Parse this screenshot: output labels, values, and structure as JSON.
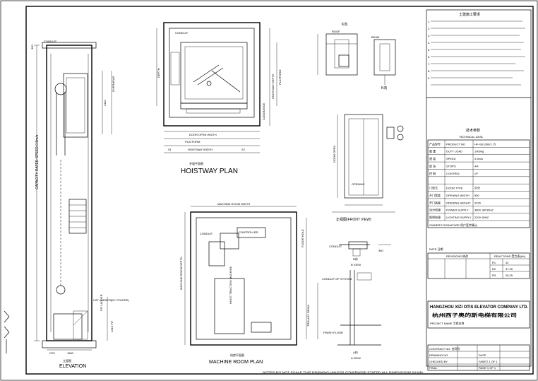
{
  "hoistway_plan": {
    "title": "HOISTWAY PLAN",
    "cn_title": "井道平面图"
  },
  "machine_room": {
    "title": "MACHINE ROOM PLAN",
    "cn_title": "机房平面图",
    "controller": "CONTROLLER",
    "traction": "HOIST TRACTION MACHINE"
  },
  "elevation": {
    "title": "ELEVATION",
    "cn_title": "立面图",
    "rated_speed_label": "CAPACITY RATED SPEED 0.8m/s"
  },
  "front_view": {
    "title": "正视图(FRONT VIEW)"
  },
  "views": {
    "k": "K向",
    "b": "B VIEW",
    "b_cn": "B向",
    "a": "A VIEW",
    "a_cn": "A向"
  },
  "tech_data": {
    "header": "技术参数",
    "header_en": "TECHNICAL DATA",
    "rows": [
      {
        "cn": "产品型号",
        "en": "PRODUCT NO",
        "val": "HF-GE1000/1.75"
      },
      {
        "cn": "载  重",
        "en": "DUTY LOAD",
        "val": "1000kg"
      },
      {
        "cn": "速  度",
        "en": "SPEED",
        "val": "0.5m/s"
      },
      {
        "cn": "层  站",
        "en": "STOPS",
        "val": "4/4"
      },
      {
        "cn": "控  制",
        "en": "CONTROL",
        "val": "VF"
      },
      {
        "cn": "",
        "en": "",
        "val": ""
      },
      {
        "cn": "门型式",
        "en": "DOOR TYPE",
        "val": "中分"
      },
      {
        "cn": "开门宽度",
        "en": "OPENING WIDTH",
        "val": "900"
      },
      {
        "cn": "开门高度",
        "en": "OPENING HEIGHT",
        "val": "2100"
      },
      {
        "cn": "动力电源",
        "en": "POWER SUPPLY",
        "val": "380V 3Ø 50HZ"
      },
      {
        "cn": "照明电源",
        "en": "LIGHTING SUPPLY",
        "val": "220V 50HZ"
      }
    ],
    "signature": "OWNER'S SIGNATURE 用户签字确认"
  },
  "notes": {
    "title": "土建施工要求",
    "items": [
      "1.",
      "2.",
      "3.",
      "4.",
      "5.",
      "6.",
      "7.",
      "8.",
      "9."
    ]
  },
  "revision": {
    "date": "DATE 日期",
    "col1": "REVISIONS 修改",
    "col2": "REACTIONS 受力表(kN)",
    "rows": [
      [
        "R1",
        "42"
      ],
      [
        "R2",
        "37.25"
      ],
      [
        "R3",
        "28.25"
      ]
    ]
  },
  "company": {
    "en": "HANGZHOU XIZI OTIS ELEVATOR COMPANY LTD.",
    "cn": "杭州西子奥的斯电梯有限公司",
    "project": "PROJECT NAME 工程名称"
  },
  "title_block": {
    "contract": "CONTRACT NO. 合同号",
    "drawing": "DRAWING NO.",
    "drawn": "CHECKED BY",
    "final": "FINAL",
    "date": "DATE",
    "sheet": "SHEET 1 OF 1",
    "page": "PAGE 1 OF 1"
  },
  "footnote": "NOTES:DO NOT SCALE THIS DRAWING,UNLESS OTHERWISE STATED,ALL DIMENSIONS IN MM."
}
